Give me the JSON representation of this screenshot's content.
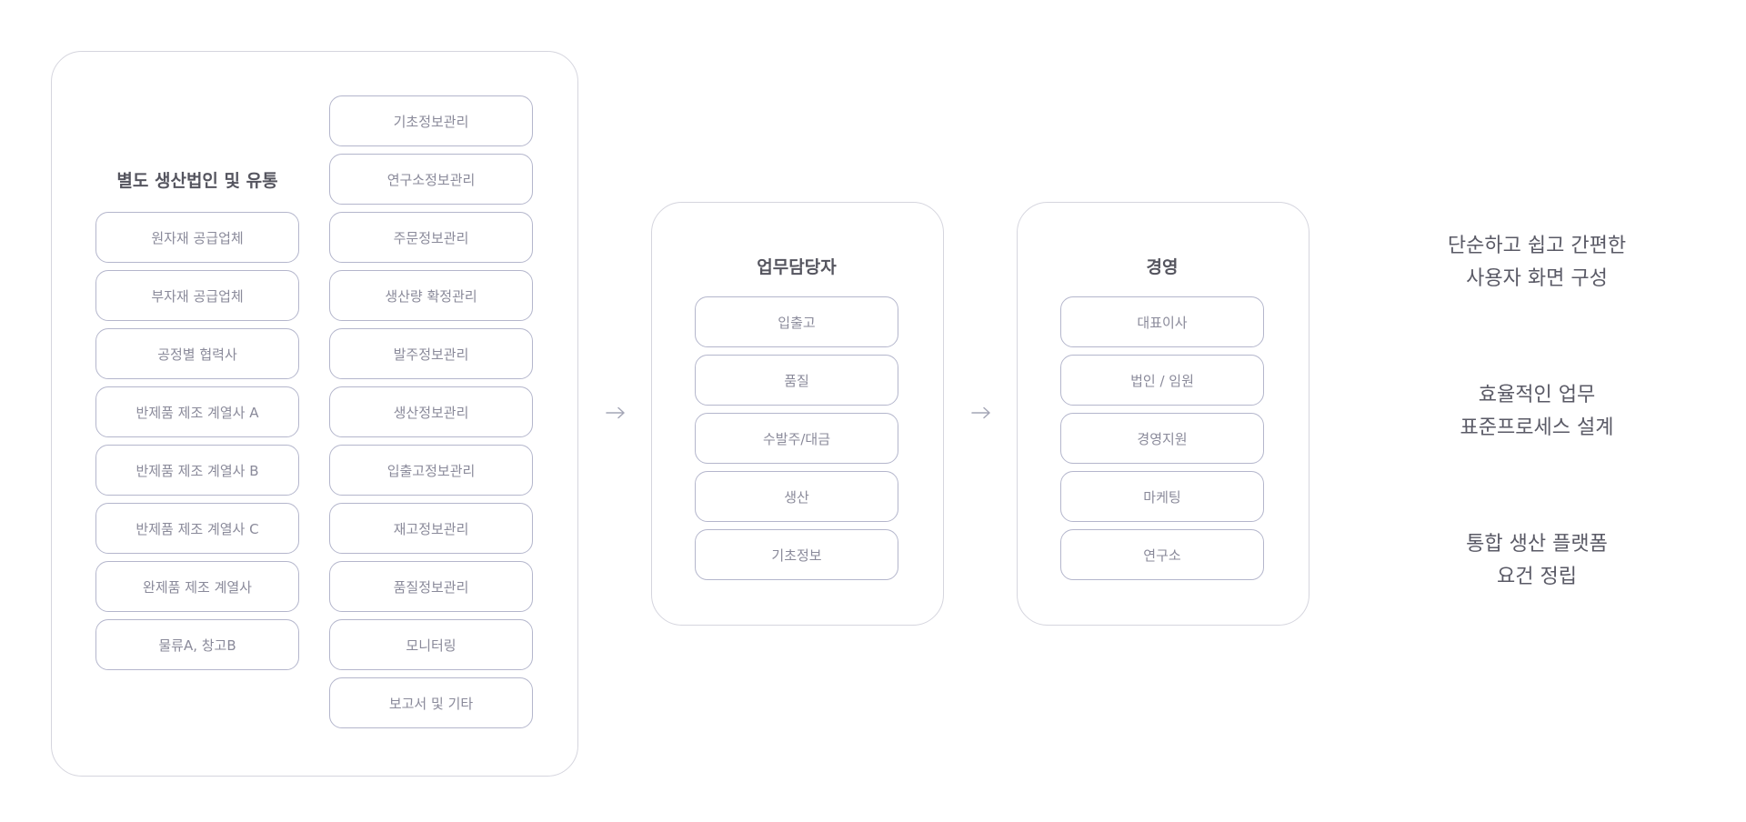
{
  "entities_panel": {
    "title": "별도 생산법인 및 유통",
    "entities": [
      "원자재 공급업체",
      "부자재 공급업체",
      "공정별 협력사",
      "반제품 제조 계열사 A",
      "반제품 제조 계열사 B",
      "반제품 제조 계열사 C",
      "완제품 제조 계열사",
      "물류A, 창고B"
    ],
    "modules": [
      "기초정보관리",
      "연구소정보관리",
      "주문정보관리",
      "생산량 확정관리",
      "발주정보관리",
      "생산정보관리",
      "입출고정보관리",
      "재고정보관리",
      "품질정보관리",
      "모니터링",
      "보고서 및 기타"
    ]
  },
  "staff_panel": {
    "title": "업무담당자",
    "items": [
      "입출고",
      "품질",
      "수발주/대금",
      "생산",
      "기초정보"
    ]
  },
  "management_panel": {
    "title": "경영",
    "items": [
      "대표이사",
      "법인 / 임원",
      "경영지원",
      "마케팅",
      "연구소"
    ]
  },
  "arrows": [
    "arrow-right-icon",
    "arrow-right-icon"
  ],
  "benefits": [
    {
      "line1": "단순하고 쉽고 간편한",
      "line2": "사용자 화면 구성"
    },
    {
      "line1": "효율적인 업무",
      "line2": "표준프로세스 설계"
    },
    {
      "line1": "통합 생산 플랫폼",
      "line2": "요건 정립"
    }
  ],
  "colors": {
    "panel_border": "#d5d5de",
    "pill_border": "#b4b6cc",
    "pill_text": "#8a8a9a",
    "heading_text": "#55555f",
    "benefit_text": "#5a5a66"
  }
}
